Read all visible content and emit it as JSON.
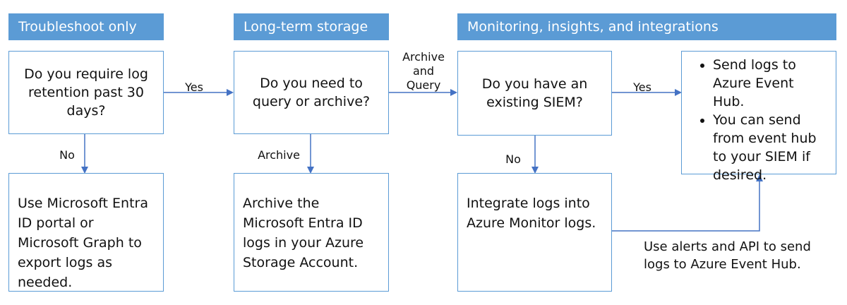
{
  "headers": {
    "troubleshoot": "Troubleshoot only",
    "storage": "Long-term storage",
    "monitoring": "Monitoring, insights, and integrations"
  },
  "questions": {
    "retention": "Do you require log retention past 30 days?",
    "query_archive": "Do you need to query or archive?",
    "siem": "Do you have an existing SIEM?"
  },
  "answers": {
    "export": "Use Microsoft Entra ID portal or Microsoft Graph to export logs as needed.",
    "archive": "Archive the Microsoft Entra ID logs in your Azure Storage Account.",
    "integrate": "Integrate logs into Azure Monitor logs."
  },
  "event_hub": {
    "items": [
      "Send logs to Azure Event Hub.",
      "You can send from event hub to your SIEM if desired."
    ]
  },
  "edge_labels": {
    "yes1": "Yes",
    "no1": "No",
    "archive_query_line1": "Archive",
    "archive_query_line2": "and",
    "archive_query_line3": "Query",
    "archive": "Archive",
    "yes2": "Yes",
    "no2": "No",
    "alerts": "Use alerts and API to send logs to Azure Event Hub."
  },
  "colors": {
    "accent": "#5b9bd5",
    "line": "#4472c4"
  }
}
